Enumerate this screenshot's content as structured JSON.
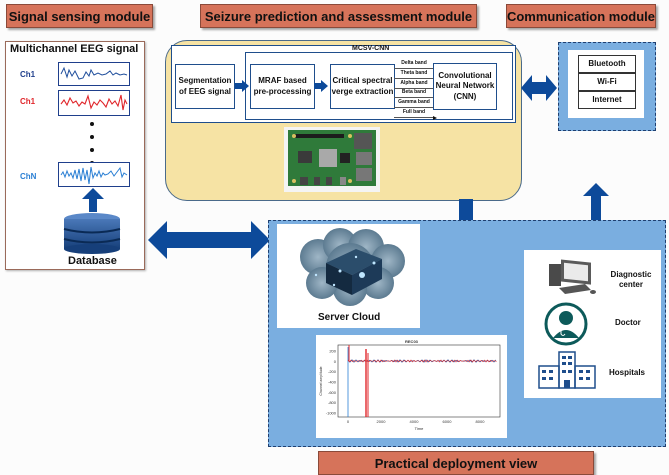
{
  "headers": {
    "signal_sensing": "Signal sensing module",
    "seizure_prediction": "Seizure prediction and assessment module",
    "communication": "Communication module",
    "practical_deployment": "Practical deployment view"
  },
  "signal_module": {
    "title": "Multichannel EEG signal",
    "channels": [
      {
        "label": "Ch1",
        "color": "#1f3f8c"
      },
      {
        "label": "Ch1",
        "color": "#e0262b"
      },
      {
        "label": "ChN",
        "color": "#2a7fd4"
      }
    ],
    "database_label": "Database"
  },
  "prediction_module": {
    "pipeline_title": "MCSV-CNN",
    "steps": [
      "Segmentation of EEG signal",
      "MRAF based pre-processing",
      "Critical spectral verge extraction",
      "Convolutional Neural Network (CNN)"
    ],
    "bands": [
      "Delta band",
      "Theta band",
      "Alpha band",
      "Beta band",
      "Gamma band",
      "Full band"
    ],
    "hardware_image": "raspberry-pi-board"
  },
  "communication_module": {
    "items": [
      "Bluetooth",
      "Wi-Fi",
      "Internet"
    ]
  },
  "deployment": {
    "cloud_label": "Server Cloud",
    "endpoints": [
      {
        "label": "Diagnostic center",
        "icon": "computer-icon"
      },
      {
        "label": "Doctor",
        "icon": "doctor-icon"
      },
      {
        "label": "Hospitals",
        "icon": "hospital-icon"
      }
    ],
    "plot": {
      "title": "REC03",
      "xlabel": "Time",
      "ylabel": "Channel amplitude",
      "xticks": [
        "0",
        "2000",
        "4000",
        "6000",
        "8000"
      ],
      "yticks": [
        "200",
        "0",
        "-200",
        "-400",
        "-600",
        "-800",
        "-1000"
      ]
    }
  },
  "colors": {
    "header_bg": "#d6735a",
    "arrow": "#0d4a9a",
    "prediction_bg": "#f6e3a4",
    "panel_blue": "#7aaee0"
  }
}
